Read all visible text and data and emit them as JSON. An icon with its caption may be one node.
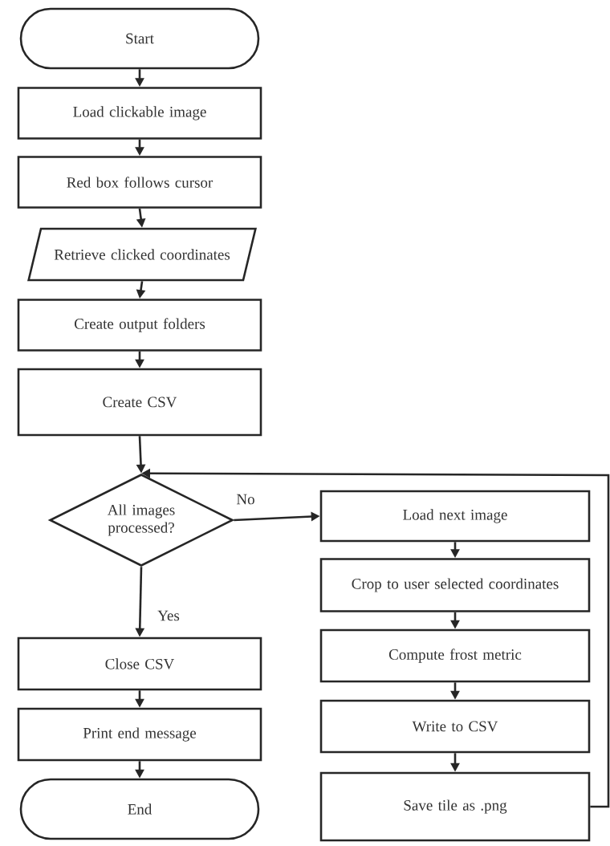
{
  "diagram": {
    "nodes": [
      {
        "text": [
          "Start"
        ]
      },
      {
        "text": [
          "Load clickable image"
        ]
      },
      {
        "text": [
          "Red box follows cursor"
        ]
      },
      {
        "text": [
          "Retrieve clicked coordinates"
        ]
      },
      {
        "text": [
          "Create output folders"
        ]
      },
      {
        "text": [
          "Create CSV"
        ]
      },
      {
        "text": [
          "All images processed?"
        ]
      },
      {
        "text": [
          "Close CSV"
        ]
      },
      {
        "text": [
          "Print end message"
        ]
      },
      {
        "text": [
          "End"
        ]
      },
      {
        "text": [
          "Load next image"
        ]
      },
      {
        "text": [
          "Crop to user selected coordinates"
        ]
      },
      {
        "text": [
          "Compute frost metric"
        ]
      },
      {
        "text": [
          "Write to CSV"
        ]
      },
      {
        "text": [
          "Save tile as .png"
        ]
      }
    ],
    "edges": [
      {
        "from": 0,
        "to": 1,
        "arrow": "to"
      },
      {
        "from": 1,
        "to": 2,
        "arrow": "to"
      },
      {
        "from": 2,
        "to": 3,
        "arrow": "to"
      },
      {
        "from": 3,
        "to": 4,
        "arrow": "to"
      },
      {
        "from": 4,
        "to": 5,
        "arrow": "to"
      },
      {
        "from": 5,
        "to": 6,
        "arrow": "to"
      },
      {
        "from": 6,
        "to": 10,
        "arrow": "to",
        "label": "No"
      },
      {
        "from": 6,
        "to": 7,
        "arrow": "to",
        "label": "Yes"
      },
      {
        "from": 7,
        "to": 8,
        "arrow": "to"
      },
      {
        "from": 8,
        "to": 9,
        "arrow": "to"
      },
      {
        "from": 10,
        "to": 11,
        "arrow": "to"
      },
      {
        "from": 11,
        "to": 12,
        "arrow": "to"
      },
      {
        "from": 12,
        "to": 13,
        "arrow": "to"
      },
      {
        "from": 13,
        "to": 14,
        "arrow": "to"
      },
      {
        "from": 14,
        "to": 6,
        "arrow": "to"
      }
    ]
  }
}
